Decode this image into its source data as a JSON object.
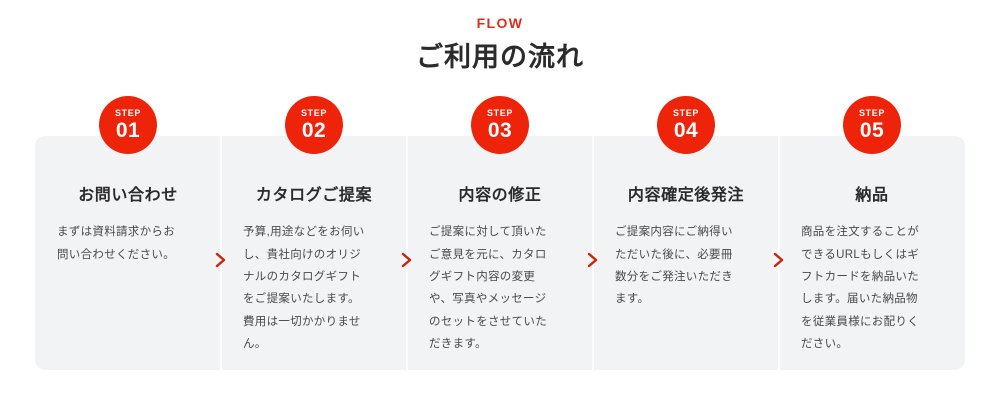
{
  "header": {
    "eyebrow": "FLOW",
    "title": "ご利用の流れ"
  },
  "colors": {
    "accent_red": "#ed2409",
    "eyebrow_red": "#d8321e",
    "card_bg": "#f2f3f5",
    "page_bg": "#ffffff",
    "title_text": "#2b2b2b",
    "body_text": "#4a4a4a"
  },
  "steps": [
    {
      "step_word": "STEP",
      "step_number": "01",
      "title": "お問い合わせ",
      "body": "まずは資料請求からお問い合わせください。",
      "chevron": "chevron-right-icon"
    },
    {
      "step_word": "STEP",
      "step_number": "02",
      "title": "カタログご提案",
      "body": "予算,用途などをお伺いし、貴社向けのオリジナルのカタログギフトをご提案いたします。費用は一切かかりません。",
      "chevron": "chevron-right-icon"
    },
    {
      "step_word": "STEP",
      "step_number": "03",
      "title": "内容の修正",
      "body": "ご提案に対して頂いたご意見を元に、カタログギフト内容の変更や、写真やメッセージのセットをさせていただきます。",
      "chevron": "chevron-right-icon"
    },
    {
      "step_word": "STEP",
      "step_number": "04",
      "title": "内容確定後発注",
      "body": "ご提案内容にご納得いただいた後に、必要冊数分をご発注いただきます。",
      "chevron": "chevron-right-icon"
    },
    {
      "step_word": "STEP",
      "step_number": "05",
      "title": "納品",
      "body": "商品を注文することができるURLもしくはギフトカードを納品いたします。届いた納品物を従業員様にお配りください。",
      "chevron": null
    }
  ]
}
